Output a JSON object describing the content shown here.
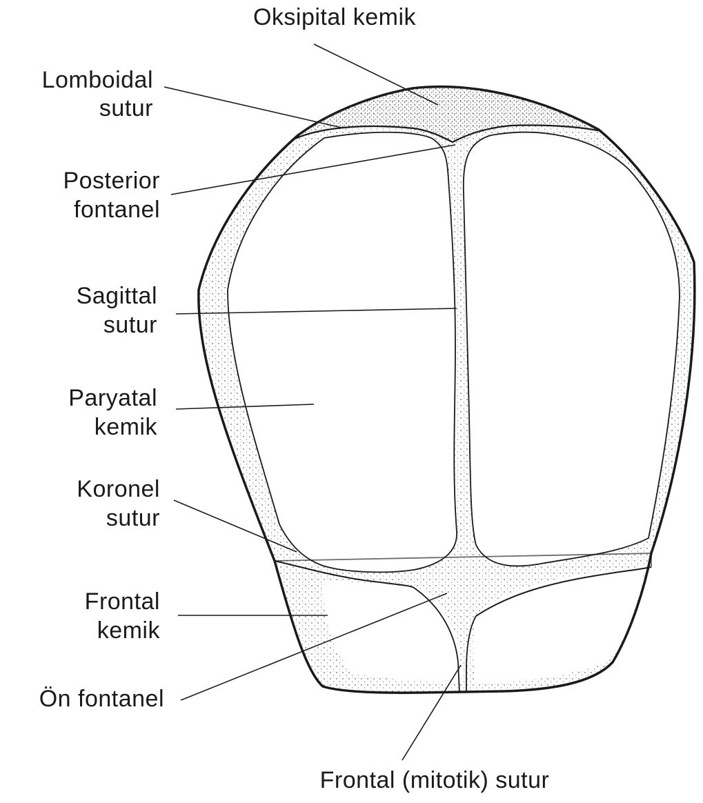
{
  "labels": {
    "occipital_bone": "Oksipital kemik",
    "lambdoid_suture_1": "Lomboidal",
    "lambdoid_suture_2": "sutur",
    "posterior_fontanelle_1": "Posterior",
    "posterior_fontanelle_2": "fontanel",
    "sagittal_suture_1": "Sagittal",
    "sagittal_suture_2": "sutur",
    "parietal_bone_1": "Paryatal",
    "parietal_bone_2": "kemik",
    "coronal_suture_1": "Koronel",
    "coronal_suture_2": "sutur",
    "frontal_bone_1": "Frontal",
    "frontal_bone_2": "kemik",
    "anterior_fontanelle": "Ön fontanel",
    "frontal_suture": "Frontal (mitotik) sutur"
  },
  "colors": {
    "line": "#1a1a1a",
    "stipple": "#7a7a7a",
    "background": "#ffffff"
  }
}
